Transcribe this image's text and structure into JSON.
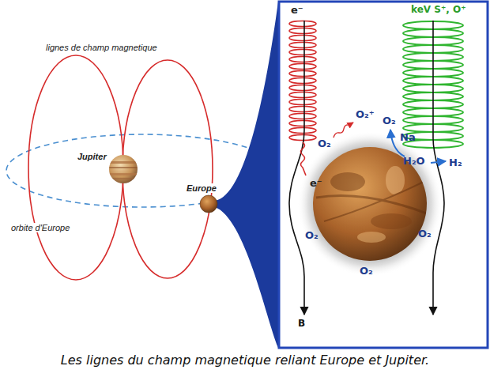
{
  "diagram": {
    "caption": "Les lignes du champ magnetique reliant Europe et Jupiter.",
    "labels": [
      "lignes de champ magnetique",
      "Jupiter",
      "Europe",
      "orbite d'Europe",
      "e⁻",
      "keV S⁺, O⁺",
      "O₂⁺",
      "O₂",
      "O₂",
      "Na",
      "H₂",
      "H₂O",
      "e⁻",
      "O₂",
      "O₂",
      "O₂",
      "B"
    ]
  }
}
